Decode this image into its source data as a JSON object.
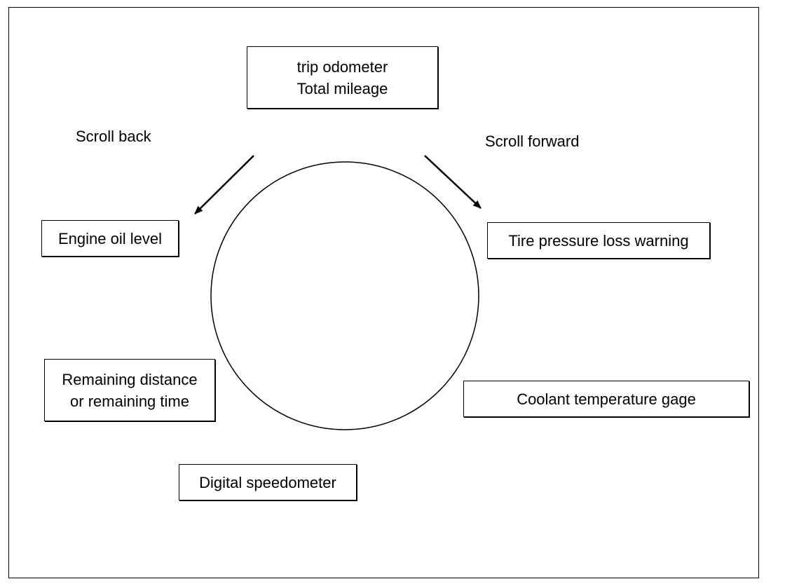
{
  "diagram": {
    "top_box": {
      "line1": "trip odometer",
      "line2": "Total mileage"
    },
    "scroll_back": "Scroll back",
    "scroll_forward": "Scroll forward",
    "engine_oil": "Engine oil level",
    "tire_pressure": "Tire pressure loss warning",
    "remaining_box": {
      "line1": "Remaining distance",
      "line2": "or remaining time"
    },
    "coolant": "Coolant temperature gage",
    "speedometer": "Digital speedometer"
  }
}
